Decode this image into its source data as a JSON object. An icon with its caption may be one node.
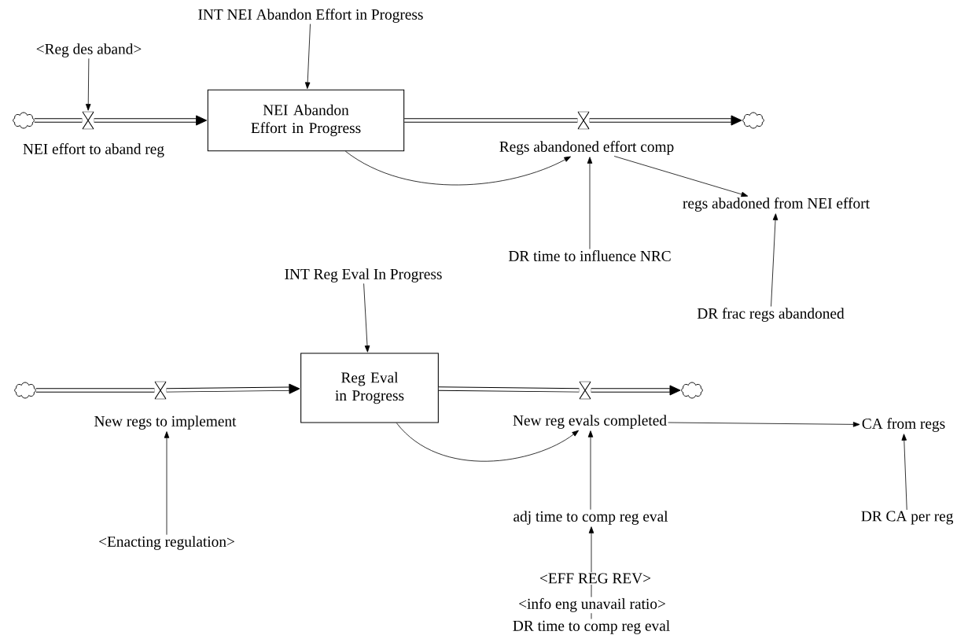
{
  "diagram": {
    "nodes": [
      {
        "text": [],
        "shape": "cloud"
      },
      {
        "text": [
          "NEI effort to aband reg"
        ]
      },
      {
        "text": [
          "<Reg des aband>"
        ]
      },
      {
        "text": [
          "INT NEI Abandon Effort in Progress"
        ]
      },
      {
        "text": [
          "NEI Abandon Effort in Progress"
        ]
      },
      {
        "text": [
          "Regs abandoned effort comp"
        ]
      },
      {
        "text": [],
        "shape": "cloud"
      },
      {
        "text": [
          "regs abadoned from NEI effort"
        ]
      },
      {
        "text": [
          "DR time to influence NRC"
        ]
      },
      {
        "text": [
          "DR frac regs abandoned"
        ]
      },
      {
        "text": [
          "INT Reg Eval In Progress"
        ]
      },
      {
        "text": [],
        "shape": "cloud"
      },
      {
        "text": [
          "New regs to implement"
        ]
      },
      {
        "text": [
          "Reg Eval in Progress"
        ]
      },
      {
        "text": [
          "New reg evals completed"
        ]
      },
      {
        "text": [],
        "shape": "cloud"
      },
      {
        "text": [
          "CA from regs"
        ]
      },
      {
        "text": [
          "<Enacting regulation>"
        ]
      },
      {
        "text": [
          "adj time to comp reg eval"
        ]
      },
      {
        "text": [
          "DR CA per reg"
        ]
      },
      {
        "text": [
          "DR time to comp reg eval"
        ]
      }
    ],
    "edges": [
      {
        "from": 0,
        "to": 1,
        "arrow": "none",
        "style": "thick"
      },
      {
        "from": 1,
        "to": 4,
        "arrow": "to",
        "style": "thick"
      },
      {
        "from": 2,
        "to": 1,
        "arrow": "to"
      },
      {
        "from": 3,
        "to": 4,
        "arrow": "to"
      },
      {
        "from": 4,
        "to": 5,
        "arrow": "none",
        "style": "thick"
      },
      {
        "from": 5,
        "to": 6,
        "arrow": "to",
        "style": "thick"
      },
      {
        "from": 4,
        "to": 5,
        "arrow": "to"
      },
      {
        "from": 8,
        "to": 5,
        "arrow": "to"
      },
      {
        "from": 5,
        "to": 7,
        "arrow": "to"
      },
      {
        "from": 9,
        "to": 7,
        "arrow": "to"
      },
      {
        "from": 10,
        "to": 13,
        "arrow": "to"
      },
      {
        "from": 11,
        "to": 12,
        "arrow": "none",
        "style": "thick"
      },
      {
        "from": 12,
        "to": 13,
        "arrow": "to",
        "style": "thick"
      },
      {
        "from": 17,
        "to": 12,
        "arrow": "to"
      },
      {
        "from": 13,
        "to": 14,
        "arrow": "none",
        "style": "thick"
      },
      {
        "from": 14,
        "to": 15,
        "arrow": "to",
        "style": "thick"
      },
      {
        "from": 13,
        "to": 14,
        "arrow": "to"
      },
      {
        "from": 18,
        "to": 14,
        "arrow": "to"
      },
      {
        "from": 14,
        "to": 16,
        "arrow": "to"
      },
      {
        "from": 19,
        "to": 16,
        "arrow": "to"
      },
      {
        "from": 20,
        "to": 18,
        "arrow": "to"
      }
    ],
    "labels": [
      "<EFF REG REV>",
      "<info eng unavail ratio>"
    ]
  }
}
